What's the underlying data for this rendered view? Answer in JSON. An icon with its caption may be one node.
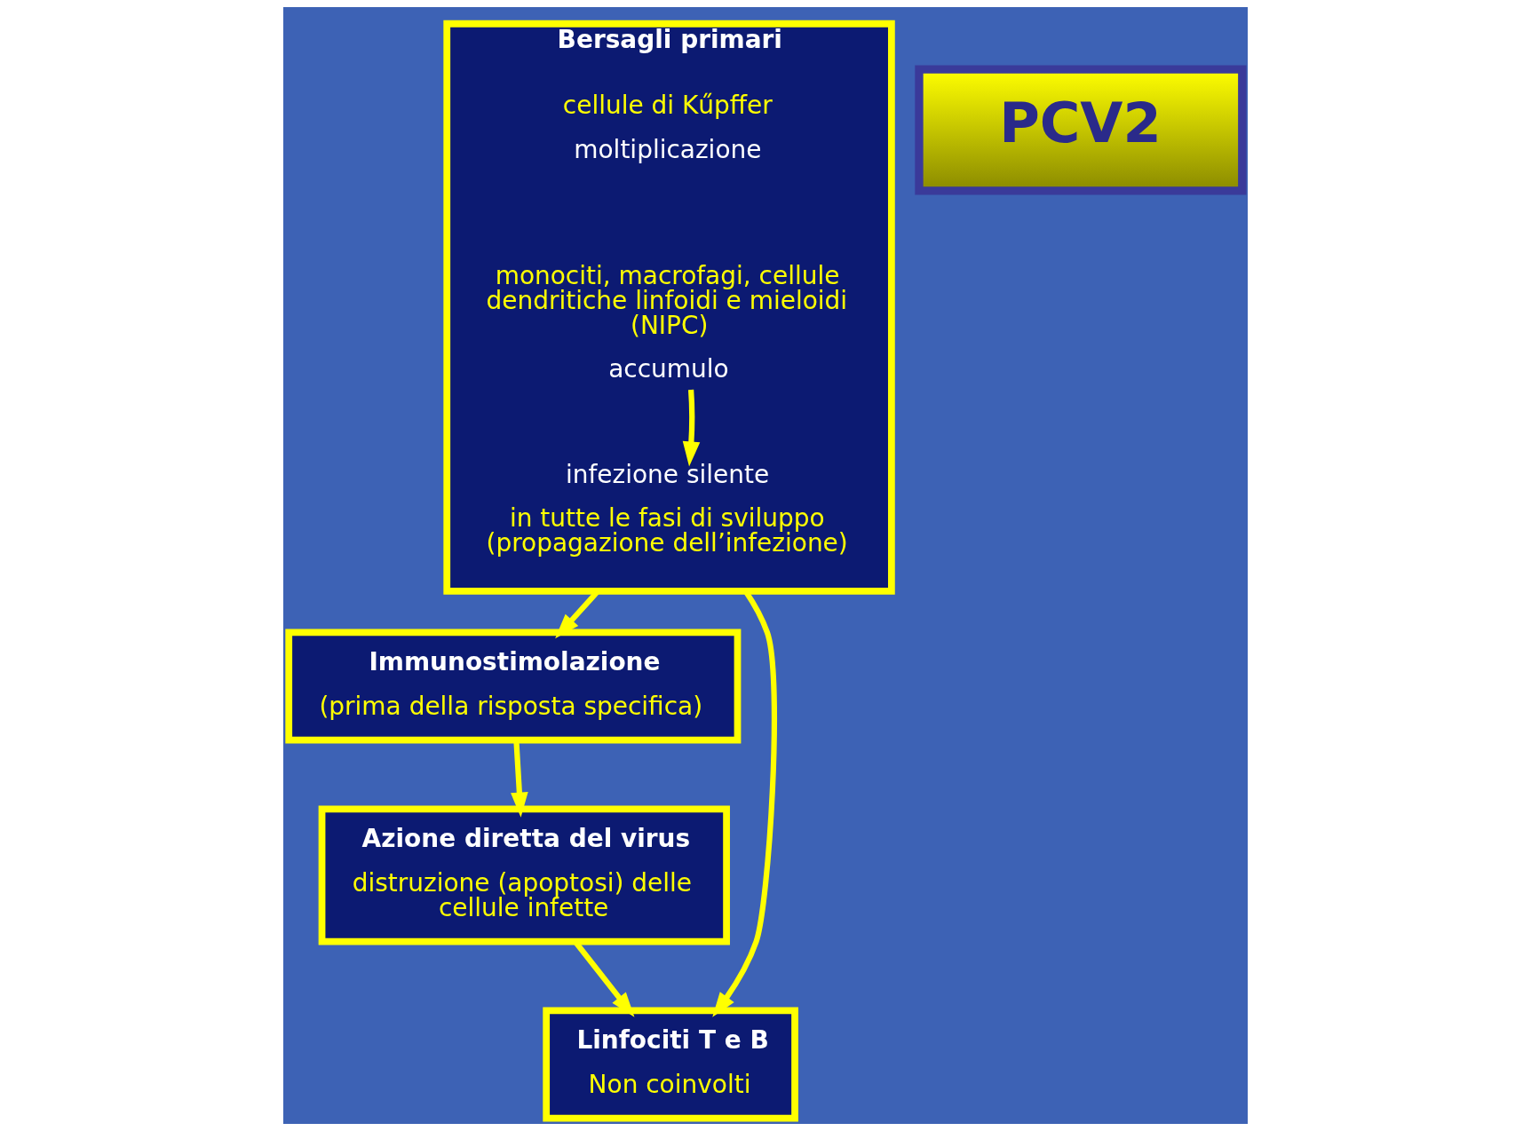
{
  "diagram": {
    "nodes": [
      {
        "text": [
          "Bersagli primari"
        ]
      },
      {
        "text": [
          "cellule di Kűpffer",
          "moltiplicazione"
        ],
        "in": 0
      },
      {
        "text": [
          "monociti, macrofagi, cellule dendritiche linfoidi e mieloidi (NIPC)",
          "accumulo"
        ],
        "in": 0
      },
      {
        "text": [
          "infezione silente",
          "in tutte le fasi di sviluppo (propagazione dell’infezione)"
        ],
        "in": 0
      },
      {
        "text": [
          "PCV2"
        ]
      },
      {
        "text": [
          "Immunostimolazione",
          "(prima della risposta specifica)"
        ]
      },
      {
        "text": [
          "Azione diretta del virus",
          "distruzione (apoptosi) delle cellule infette"
        ]
      },
      {
        "text": [
          "Linfociti T e B",
          "Non coinvolti"
        ]
      }
    ],
    "edges": [
      {
        "from": 2,
        "to": 3,
        "arrow": "to"
      },
      {
        "from": 0,
        "to": 5,
        "arrow": "to"
      },
      {
        "from": 5,
        "to": 6,
        "arrow": "to"
      },
      {
        "from": 0,
        "to": 7,
        "arrow": "to"
      },
      {
        "from": 6,
        "to": 7,
        "arrow": "to"
      }
    ]
  }
}
